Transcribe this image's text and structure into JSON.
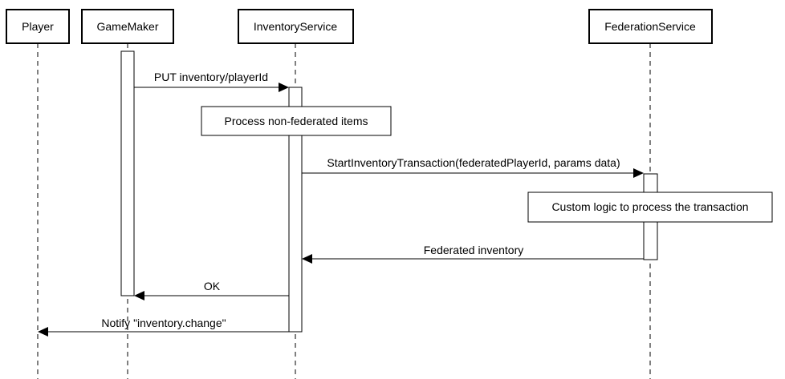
{
  "participants": {
    "player": "Player",
    "gamemaker": "GameMaker",
    "inventory": "InventoryService",
    "federation": "FederationService"
  },
  "messages": {
    "put": "PUT inventory/playerId",
    "start_tx": "StartInventoryTransaction(federatedPlayerId, params data)",
    "federated_inventory": "Federated inventory",
    "ok": "OK",
    "notify": "Notify \"inventory.change\""
  },
  "notes": {
    "process_non_federated": "Process non-federated items",
    "custom_logic": "Custom logic to process the transaction"
  }
}
